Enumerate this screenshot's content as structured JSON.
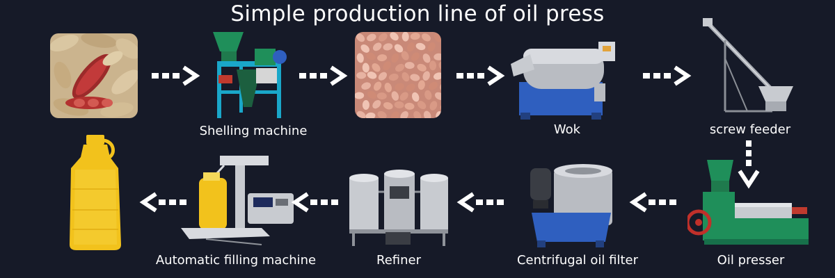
{
  "title": "Simple production line of oil press",
  "colors": {
    "background": "#161a28",
    "text": "#ffffff",
    "arrow": "#ffffff",
    "machine_frame": "#1aa7c9",
    "machine_green": "#1f8f5a",
    "machine_blue": "#2f5fbf",
    "oil": "#f2c21c"
  },
  "steps": [
    {
      "id": "peanuts",
      "label": "",
      "icon": "peanut-pods-photo"
    },
    {
      "id": "sheller",
      "label": "Shelling machine",
      "icon": "shelling-machine-photo"
    },
    {
      "id": "kernels",
      "label": "",
      "icon": "peanut-kernels-photo"
    },
    {
      "id": "wok",
      "label": "Wok",
      "icon": "roasting-wok-photo"
    },
    {
      "id": "feeder",
      "label": "screw feeder",
      "icon": "screw-feeder-photo"
    },
    {
      "id": "presser",
      "label": "Oil presser",
      "icon": "oil-press-photo"
    },
    {
      "id": "filter",
      "label": "Centrifugal oil filter",
      "icon": "centrifugal-filter-photo"
    },
    {
      "id": "refiner",
      "label": "Refiner",
      "icon": "refiner-photo"
    },
    {
      "id": "filling",
      "label": "Automatic filling machine",
      "icon": "filling-machine-photo"
    },
    {
      "id": "bottle",
      "label": "",
      "icon": "oil-bottle-photo"
    }
  ],
  "flow": [
    {
      "from": "peanuts",
      "to": "sheller",
      "direction": "right"
    },
    {
      "from": "sheller",
      "to": "kernels",
      "direction": "right"
    },
    {
      "from": "kernels",
      "to": "wok",
      "direction": "right"
    },
    {
      "from": "wok",
      "to": "feeder",
      "direction": "right"
    },
    {
      "from": "feeder",
      "to": "presser",
      "direction": "down"
    },
    {
      "from": "presser",
      "to": "filter",
      "direction": "left"
    },
    {
      "from": "filter",
      "to": "refiner",
      "direction": "left"
    },
    {
      "from": "refiner",
      "to": "filling",
      "direction": "left"
    },
    {
      "from": "filling",
      "to": "bottle",
      "direction": "left"
    }
  ]
}
